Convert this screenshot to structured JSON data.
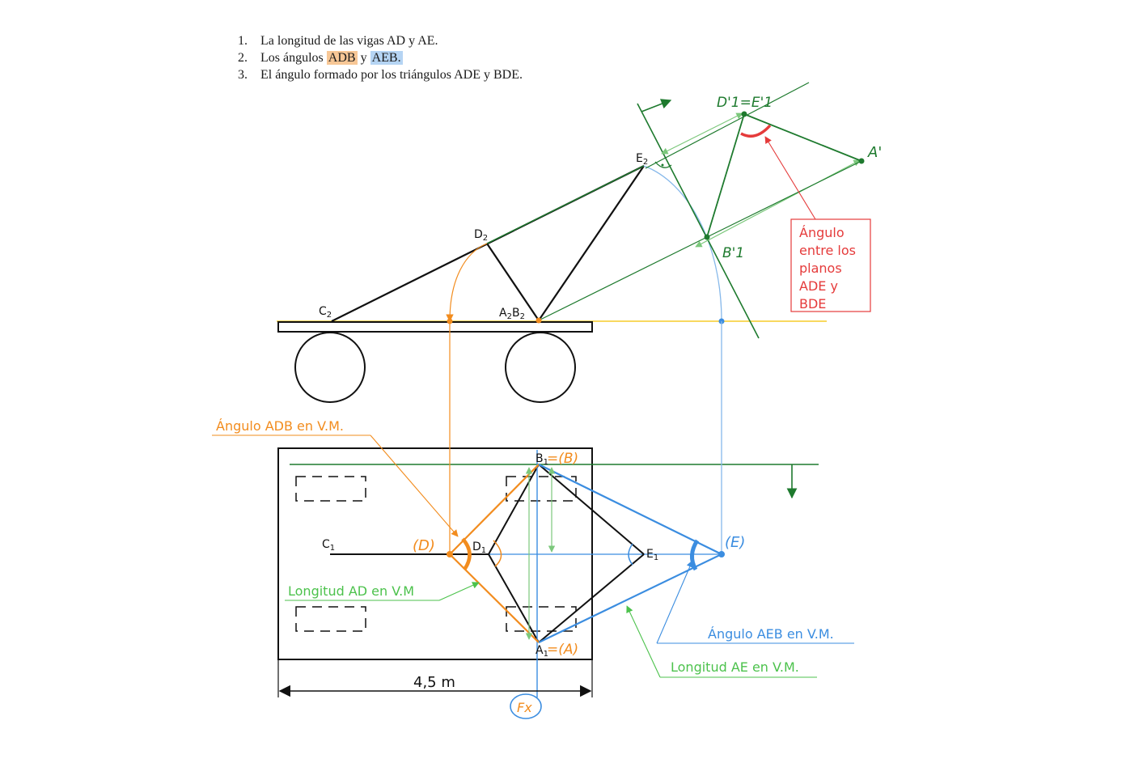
{
  "questions": [
    {
      "num": "1.",
      "text": "La longitud de las vigas AD y AE."
    },
    {
      "num": "2.",
      "prefix": "Los ángulos ",
      "hl1": "ADB",
      "mid": " y ",
      "hl2": "AEB."
    },
    {
      "num": "3.",
      "text": "El ángulo formado por los triángulos ADE y BDE."
    }
  ],
  "labels": {
    "e2": "E",
    "d2": "D",
    "c2": "C",
    "a2b2": "A",
    "a2b2_b": "B",
    "sub2": "2",
    "sub1": "1",
    "b1": "B",
    "b1_paren": "=(B)",
    "a1": "A",
    "a1_paren": "=(A)",
    "c1": "C",
    "d1": "D",
    "e1": "E",
    "d_paren": "(D)",
    "e_paren": "(E)",
    "fx": "Fx",
    "d1e1_prime": "D'1=E'1",
    "a_prime": "A'",
    "b1_prime": "B'1",
    "dimension": "4,5 m"
  },
  "annotations": {
    "angle_planes": [
      "Ángulo",
      "entre los",
      "planos",
      "ADE y",
      "BDE"
    ],
    "adb": "Ángulo ADB en V.M.",
    "ad_length": "Longitud AD en V.M",
    "aeb": "Ángulo AEB en V.M.",
    "ae_length": "Longitud AE en V.M."
  },
  "colors": {
    "black": "#111111",
    "orange": "#f28c1e",
    "blue": "#3b8de0",
    "light_blue": "#86b8ea",
    "green": "#1e7a2e",
    "light_green": "#7cc87c",
    "annotation_green": "#4cc24c",
    "red": "#e53b3b",
    "yellow": "#f5cc2a"
  }
}
